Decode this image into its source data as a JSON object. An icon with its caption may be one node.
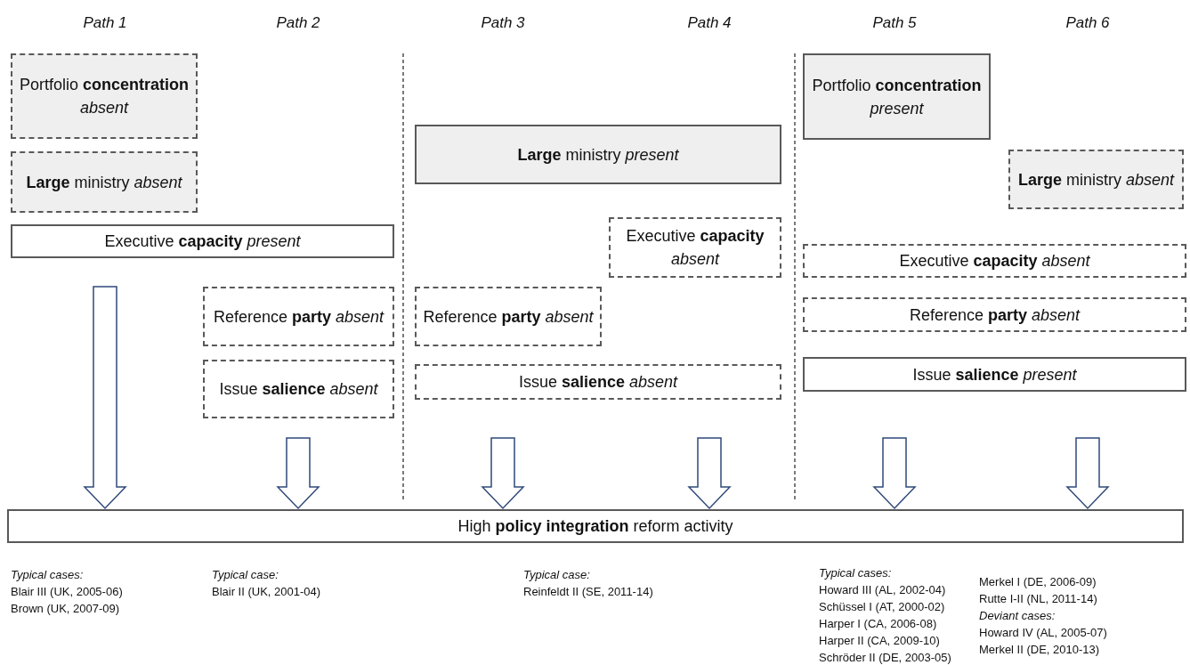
{
  "diagram": {
    "nodes": [
      {
        "text": [
          "Portfolio **concentration** *absent*"
        ]
      },
      {
        "text": [
          "**Large** ministry *absent*"
        ]
      },
      {
        "text": [
          "Executive **capacity** *present*"
        ]
      },
      {
        "text": [
          "Reference **party** *absent*"
        ]
      },
      {
        "text": [
          "Issue **salience** *absent*"
        ]
      },
      {
        "text": [
          "**Large** ministry *present*"
        ]
      },
      {
        "text": [
          "Executive **capacity** *absent*"
        ]
      },
      {
        "text": [
          "Reference **party** *absent*"
        ]
      },
      {
        "text": [
          "Issue **salience** *absent*"
        ]
      },
      {
        "text": [
          "Portfolio **concentration** *present*"
        ]
      },
      {
        "text": [
          "**Large** ministry *absent*"
        ]
      },
      {
        "text": [
          "Executive **capacity** *absent*"
        ]
      },
      {
        "text": [
          "Reference **party** *absent*"
        ]
      },
      {
        "text": [
          "Issue **salience** *present*"
        ]
      },
      {
        "text": [
          "High **policy integration** reform activity"
        ]
      }
    ],
    "edges": [
      {
        "from": null,
        "to": 14,
        "arrow": "to"
      },
      {
        "from": null,
        "to": 14,
        "arrow": "to"
      },
      {
        "from": null,
        "to": 14,
        "arrow": "to"
      },
      {
        "from": null,
        "to": 14,
        "arrow": "to"
      },
      {
        "from": null,
        "to": 14,
        "arrow": "to"
      },
      {
        "from": null,
        "to": 14,
        "arrow": "to"
      }
    ],
    "labels": [
      "Path 1",
      "Path 2",
      "Path 3",
      "Path 4",
      "Path 5",
      "Path 6",
      "Typical cases:",
      "Blair III (UK, 2005-06)",
      "Brown (UK, 2007-09)",
      "Typical case:",
      "Blair II (UK, 2001-04)",
      "Typical case:",
      "Reinfeldt II (SE, 2011-14)",
      "Typical cases:",
      "Howard III (AL, 2002-04)",
      "Schüssel I (AT, 2000-02)",
      "Harper I (CA, 2006-08)",
      "Harper II (CA, 2009-10)",
      "Schröder II (DE, 2003-05)",
      "Merkel I (DE, 2006-09)",
      "Rutte I-II (NL, 2011-14)",
      "Deviant cases:",
      "Howard IV (AL, 2005-07)",
      "Merkel II (DE, 2010-13)"
    ]
  }
}
